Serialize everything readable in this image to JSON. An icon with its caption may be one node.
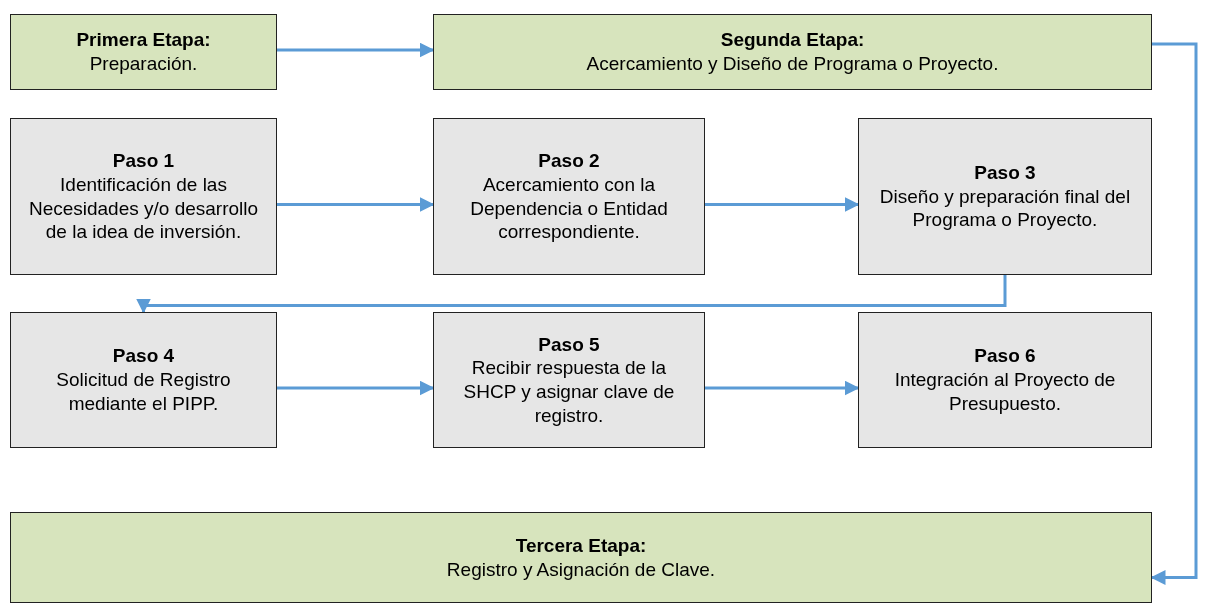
{
  "diagram": {
    "nodes": [
      {
        "text": [
          "Primera Etapa:",
          "Preparación."
        ]
      },
      {
        "text": [
          "Segunda Etapa:",
          "Acercamiento y Diseño de Programa o Proyecto."
        ]
      },
      {
        "text": [
          "Paso 1",
          "Identificación de las Necesidades y/o desarrollo de la idea de inversión."
        ]
      },
      {
        "text": [
          "Paso 2",
          "Acercamiento con la Dependencia o Entidad correspondiente."
        ]
      },
      {
        "text": [
          "Paso 3",
          "Diseño y preparación final del Programa o Proyecto."
        ]
      },
      {
        "text": [
          "Paso 4",
          "Solicitud de Registro mediante el PIPP."
        ]
      },
      {
        "text": [
          "Paso 5",
          "Recibir respuesta de la SHCP y asignar clave de registro."
        ]
      },
      {
        "text": [
          "Paso 6",
          "Integración al Proyecto de Presupuesto."
        ]
      },
      {
        "text": [
          "Tercera Etapa:",
          "Registro y Asignación de Clave."
        ]
      }
    ],
    "edges": [
      {
        "from": 0,
        "to": 1,
        "arrow": "to"
      },
      {
        "from": 1,
        "to": 8,
        "arrow": "to"
      },
      {
        "from": 2,
        "to": 3,
        "arrow": "to"
      },
      {
        "from": 3,
        "to": 4,
        "arrow": "to"
      },
      {
        "from": 4,
        "to": 5,
        "arrow": "to"
      },
      {
        "from": 5,
        "to": 6,
        "arrow": "to"
      },
      {
        "from": 6,
        "to": 7,
        "arrow": "to"
      }
    ]
  }
}
